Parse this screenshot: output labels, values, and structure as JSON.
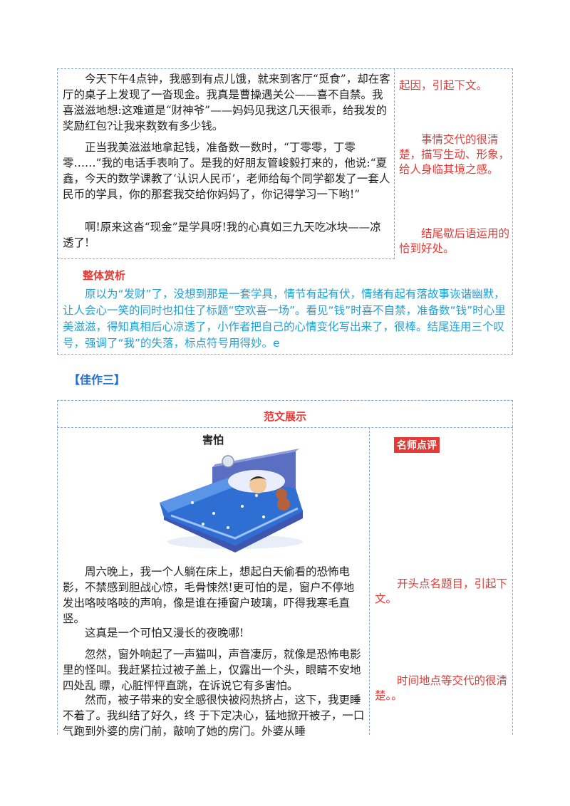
{
  "essay2": {
    "p1": "今天下午4点钟，我感到有点儿饿，就来到客厅“觅食”，却在客厅的桌子上发现了一沓现金。我真是曹操遇关公——喜不自禁。我喜滋滋地想:这难道是“财神爷”——妈妈见我这几天很乖，给我发的奖励红包?让我来数数有多少钱。",
    "dots": "· · ·",
    "p2": "正当我美滋滋地拿起钱，准备数一数时，“丁零零，丁零零……”我的电话手表响了。是我的好朋友管峻毅打来的，他说:“夏鑫，今天的数学课教了‘认识人民币’，老师给每个同学都发了一套人民币的学具，你的那套我交给你妈妈了，你记得学习一下哟!”",
    "p3": "啊!原来这沓“现金”是学具呀!我的心真如三九天吃冰块——凉透了!",
    "note1": "起因，引起下文。",
    "note2": "事情交代的很清楚，描写生动、形象，给人身临其境之感。",
    "note3": "结尾歇后语运用的恰到好处。",
    "overall_heading": "整体赏析",
    "overall_text": "原以为“发财”了，没想到那是一套学具，情节有起有伏，情绪有起有落故事诙谐幽默，让人会心一笑的同时也扣住了标题“空欢喜一场”。看见“钱”时喜不自禁，准备数“钱”时心里美滋滋，得知真相后心凉透了，小作者把自己的心情变化写出来了，很棒。结尾连用三个叹号，强调了“我”的失落，标点符号用得妙。e"
  },
  "section3_title": "【佳作三】",
  "essay3": {
    "header": "范文展示",
    "title": "害怕",
    "badge": "名师点评",
    "p1": "周六晚上，我一个人躺在床上，想起白天偷看的恐怖电影，不禁感到胆战心惊，毛骨悚然!更可怕的是，窗户不停地发出咯吱咯吱的声响，像是谁在捶窗户玻璃，吓得我寒毛直竖。",
    "p2": "这真是一个可怕又漫长的夜晚哪!",
    "p3": "忽然，窗外响起了一声猫叫，声音凄厉，就像是恐怖电影里的怪叫。我赶紧拉过被子盖上，仅露出一个头，眼睛不安地四处乱 瞟，心脏怦怦直跳，在诉说它有多害怕。",
    "p4": "然而，被子带来的安全感很快被闷热挤占，这下，我更睡不着了。我纠结了好久，终 于下定决心，猛地掀开被子，一口气跑到外婆的房门前，敲响了她的房门。外婆从睡",
    "note1": "开头点名题目，引起下文。",
    "note2": "时间地点等交代的很清楚。。"
  }
}
